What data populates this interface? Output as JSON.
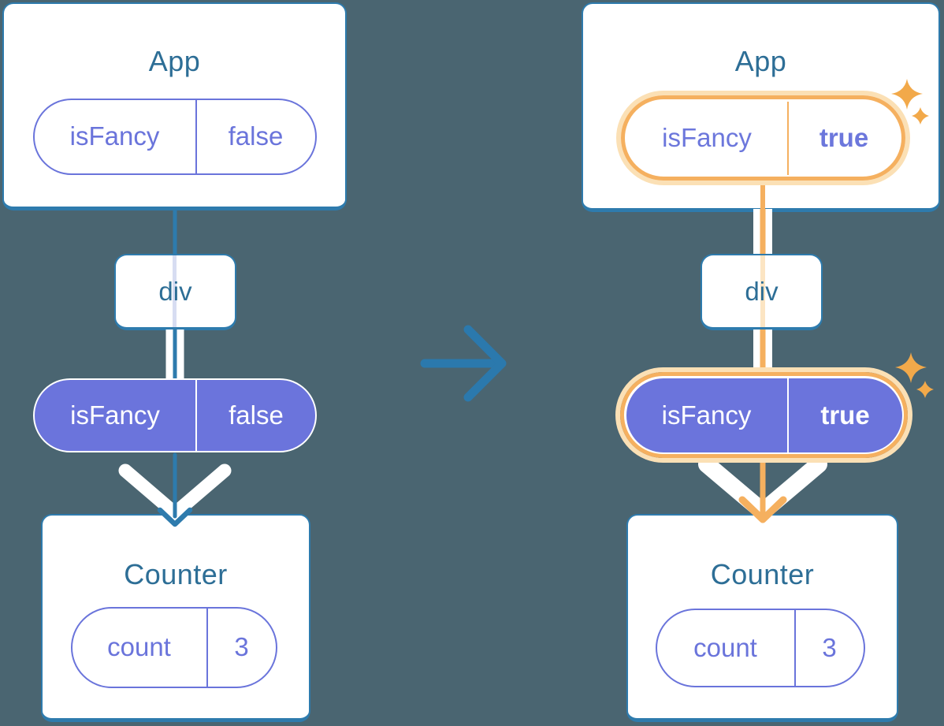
{
  "left": {
    "app_title": "App",
    "app_prop": {
      "name": "isFancy",
      "value": "false"
    },
    "div_label": "div",
    "prop_pill": {
      "name": "isFancy",
      "value": "false"
    },
    "counter_title": "Counter",
    "counter_state": {
      "name": "count",
      "value": "3"
    }
  },
  "right": {
    "app_title": "App",
    "app_prop": {
      "name": "isFancy",
      "value": "true"
    },
    "div_label": "div",
    "prop_pill": {
      "name": "isFancy",
      "value": "true"
    },
    "counter_title": "Counter",
    "counter_state": {
      "name": "count",
      "value": "3"
    }
  },
  "colors": {
    "background": "#4A6571",
    "card_border_blue": "#2E7BAD",
    "title_text_blue": "#2D6E96",
    "purple_outline": "#6A74DB",
    "purple_fill": "#6B74DC",
    "purple_bold_text": "#5A62D2",
    "highlight_orange": "#F5B05F",
    "highlight_glow": "#FBE0B5",
    "sparkle_orange": "#F2A94A",
    "arrow_white": "#FFFFFF"
  }
}
